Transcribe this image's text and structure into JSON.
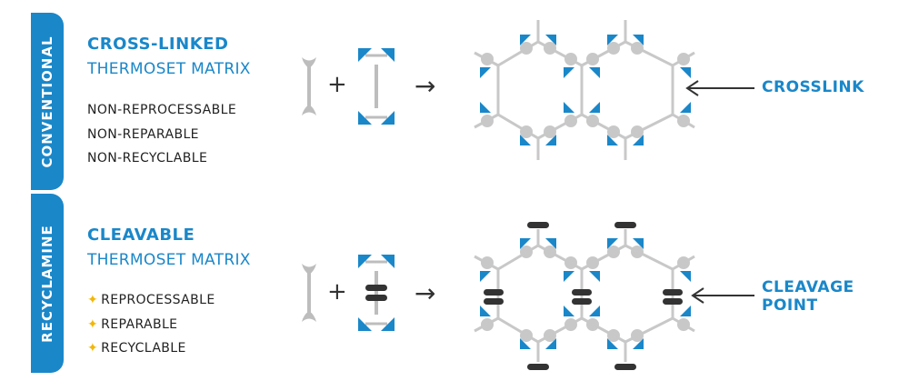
{
  "conventional": {
    "tab_label": "CONVENTIONAL",
    "title": "CROSS-LINKED",
    "subtitle": "THERMOSET MATRIX",
    "properties": [
      "NON-REPROCESSABLE",
      "NON-REPARABLE",
      "NON-RECYCLABLE"
    ],
    "callout": "CROSSLINK"
  },
  "recyclamine": {
    "tab_label": "RECYCLAMINE",
    "title": "CLEAVABLE",
    "subtitle": "THERMOSET MATRIX",
    "properties": [
      "REPROCESSABLE",
      "REPARABLE",
      "RECYCLABLE"
    ],
    "property_marker": "✦",
    "callout_line1": "CLEAVAGE",
    "callout_line2": "POINT"
  },
  "symbols": {
    "plus": "+",
    "arrow": "→"
  },
  "colors": {
    "accent": "#1a87c9",
    "node": "#c8c8c8",
    "cleavable": "#333333",
    "star": "#f2b705"
  }
}
